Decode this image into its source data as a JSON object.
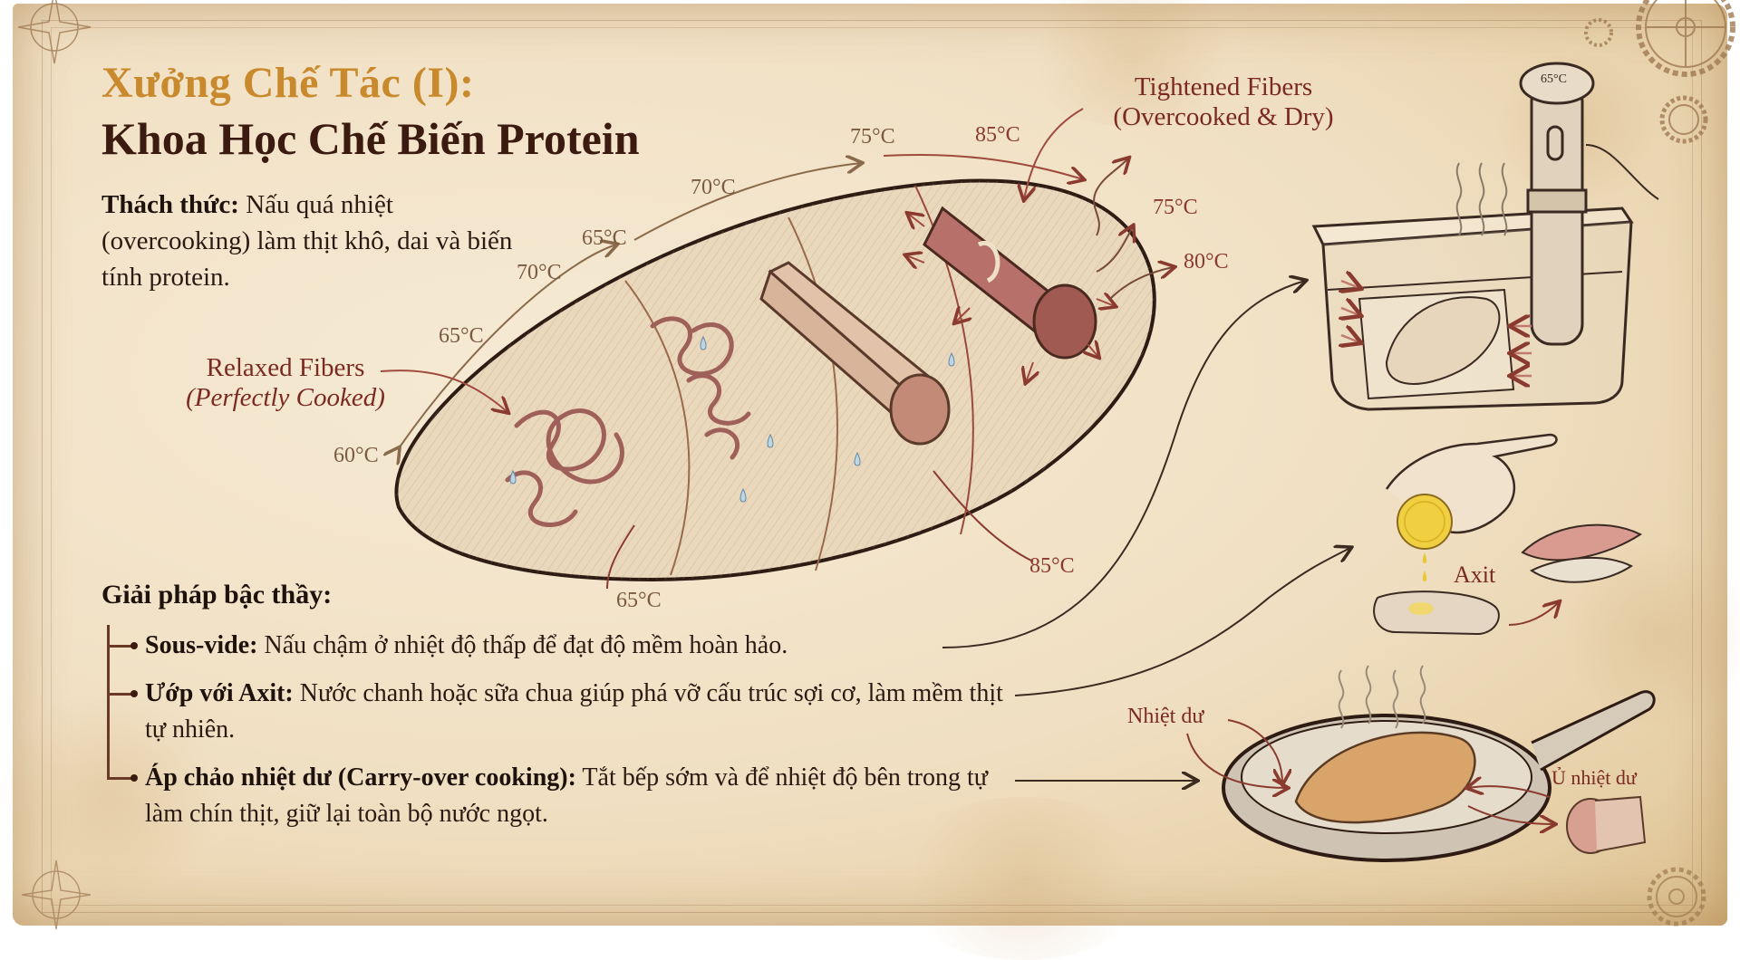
{
  "title": {
    "line1": "Xưởng Chế Tác (I):",
    "line2": "Khoa Học Chế Biến Protein"
  },
  "challenge": {
    "label": "Thách thức:",
    "text": " Nấu quá nhiệt (overcooking) làm thịt khô, dai và biến tính protein."
  },
  "solutions": {
    "heading": "Giải pháp bậc thầy:",
    "items": [
      {
        "label": "Sous-vide:",
        "text": " Nấu chậm ở nhiệt độ thấp để đạt độ mềm hoàn hảo."
      },
      {
        "label": "Ướp với Axit:",
        "text": " Nước chanh hoặc sữa chua giúp phá vỡ cấu trúc sợi cơ, làm mềm thịt tự nhiên."
      },
      {
        "label": "Áp chảo nhiệt dư (Carry-over cooking):",
        "text": " Tắt bếp sớm và để nhiệt độ bên trong tự làm chín thịt, giữ lại toàn bộ nước ngọt."
      }
    ]
  },
  "diagram": {
    "relaxed": {
      "line1": "Relaxed Fibers",
      "line2": "(Perfectly Cooked)"
    },
    "tightened": {
      "line1": "Tightened Fibers",
      "line2": "(Overcooked & Dry)"
    },
    "temperatures": {
      "t60": "60°C",
      "t65a": "65°C",
      "t70a": "70°C",
      "t65b": "65°C",
      "t70b": "70°C",
      "t75a": "75°C",
      "t85a": "85°C",
      "t75b": "75°C",
      "t80": "80°C",
      "t65c": "65°C",
      "t85b": "85°C"
    },
    "sous_vide_display": "65°C",
    "acid_label": "Axit",
    "residual_heat_label": "Nhiệt dư",
    "residual_heat_core_label": "Ủ nhiệt dư"
  },
  "colors": {
    "title_gold": "#c98a2e",
    "title_dark": "#3b1a10",
    "annotation_red": "#7a2a22",
    "parchment": "#f0dfc2"
  }
}
